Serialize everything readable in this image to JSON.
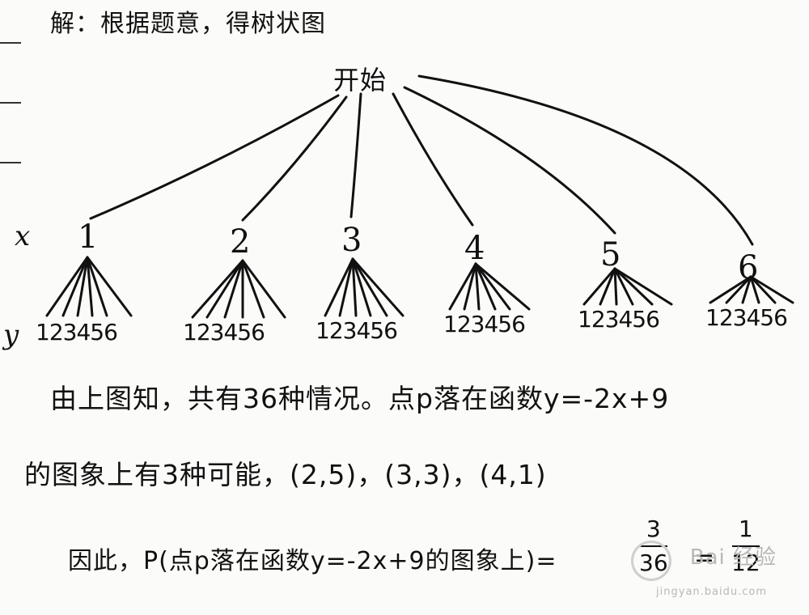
{
  "heading": "解：根据题意，得树状图",
  "tree": {
    "root": "开始",
    "x_label": "x",
    "y_label": "y",
    "x_values": [
      "1",
      "2",
      "3",
      "4",
      "5",
      "6"
    ],
    "y_leaves": [
      "123456",
      "123456",
      "123456",
      "123456",
      "123456",
      "123456"
    ]
  },
  "text": {
    "line1": "由上图知，共有36种情况。点p落在函数y=-2x+9",
    "line2": "的图象上有3种可能，(2,5)，(3,3)，(4,1)",
    "line3": "因此，P(点p落在函数y=-2x+9的图象上)="
  },
  "result": {
    "frac1_num": "3",
    "frac1_den": "36",
    "equals": "=",
    "frac2_num": "1",
    "frac2_den": "12"
  },
  "watermark": {
    "brand": "Bai 经验",
    "url": "jingyan.baidu.com"
  }
}
